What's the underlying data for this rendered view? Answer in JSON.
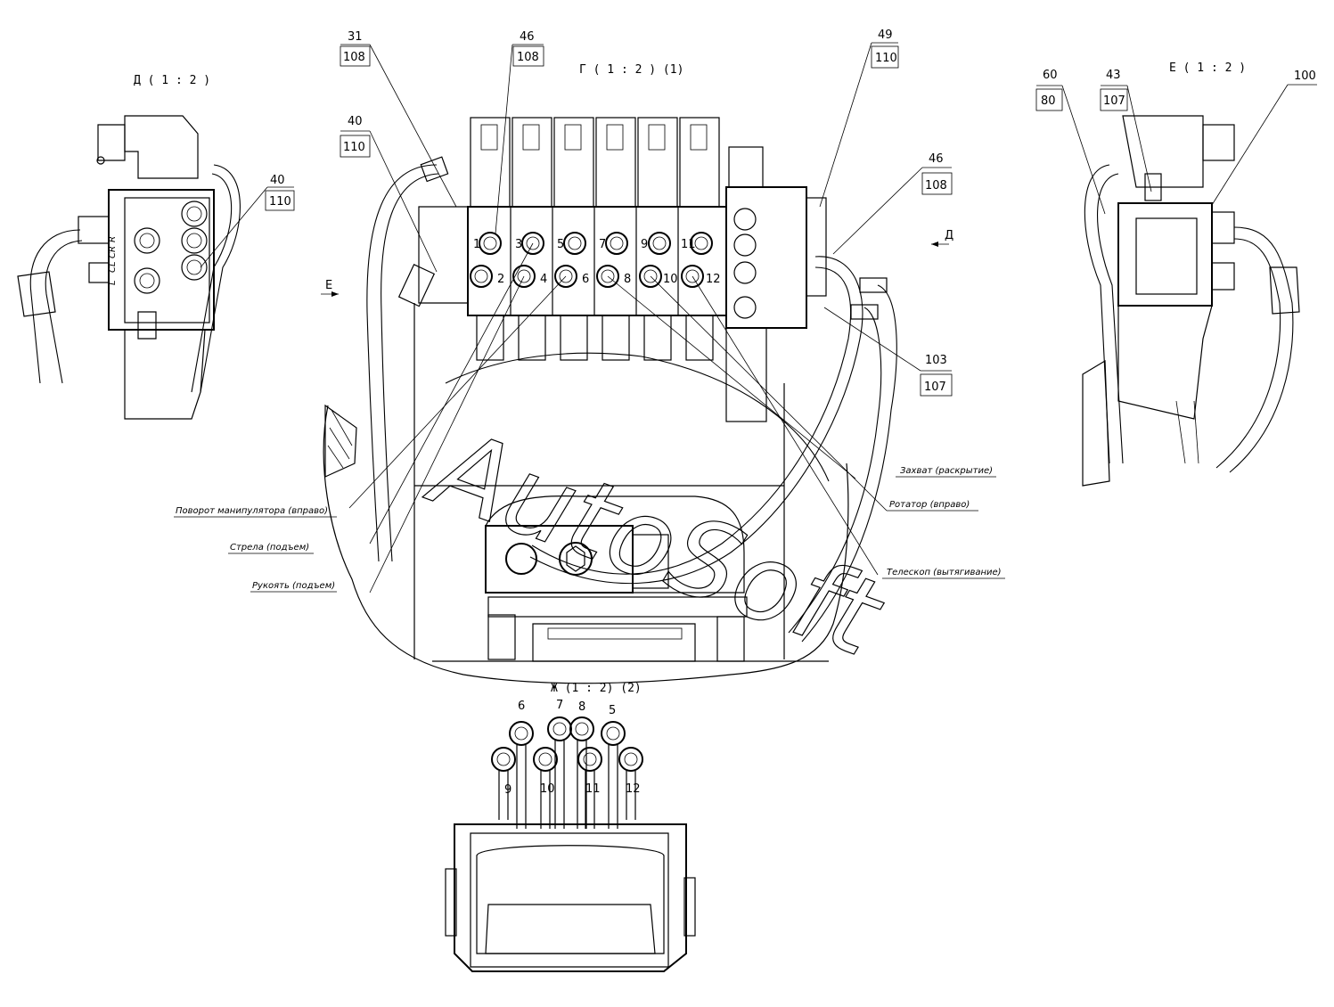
{
  "watermark": "AutoSoft",
  "views": {
    "d": "Д ( 1 : 2 )",
    "g": "Г ( 1 : 2 ) (1)",
    "e": "Е ( 1 : 2 )",
    "zh": "Ж (1 : 2) (2)"
  },
  "callouts": [
    {
      "top": "31",
      "bottom": "108"
    },
    {
      "top": "46",
      "bottom": "108"
    },
    {
      "top": "49",
      "bottom": "110"
    },
    {
      "top": "40",
      "bottom": "110"
    },
    {
      "top": "46",
      "bottom": "108"
    },
    {
      "top": "103",
      "bottom": "107"
    },
    {
      "top": "40",
      "bottom": "110"
    },
    {
      "top": "60",
      "bottom": "80"
    },
    {
      "top": "43",
      "bottom": "107"
    },
    {
      "top": "100",
      "bottom": ""
    }
  ],
  "arrows": {
    "e": "Е",
    "d": "Д"
  },
  "ports_top": [
    "1",
    "3",
    "5",
    "7",
    "9",
    "11"
  ],
  "ports_bottom": [
    "2",
    "4",
    "6",
    "8",
    "10",
    "12"
  ],
  "leaders": {
    "zakhvat": "Захват (раскрытие)",
    "rotator": "Ротатор (вправо)",
    "teleskop": "Телескоп (вытягивание)",
    "povorot": "Поворот манипулятора (вправо)",
    "strela": "Стрела (подъем)",
    "rukoyat": "Рукоять (подъем)"
  },
  "zh_numbers": {
    "top": [
      "6",
      "7",
      "8",
      "5"
    ],
    "bottom": [
      "9",
      "10",
      "11",
      "12"
    ]
  },
  "d_side_marks": [
    "R",
    "CR",
    "CL",
    "L"
  ]
}
